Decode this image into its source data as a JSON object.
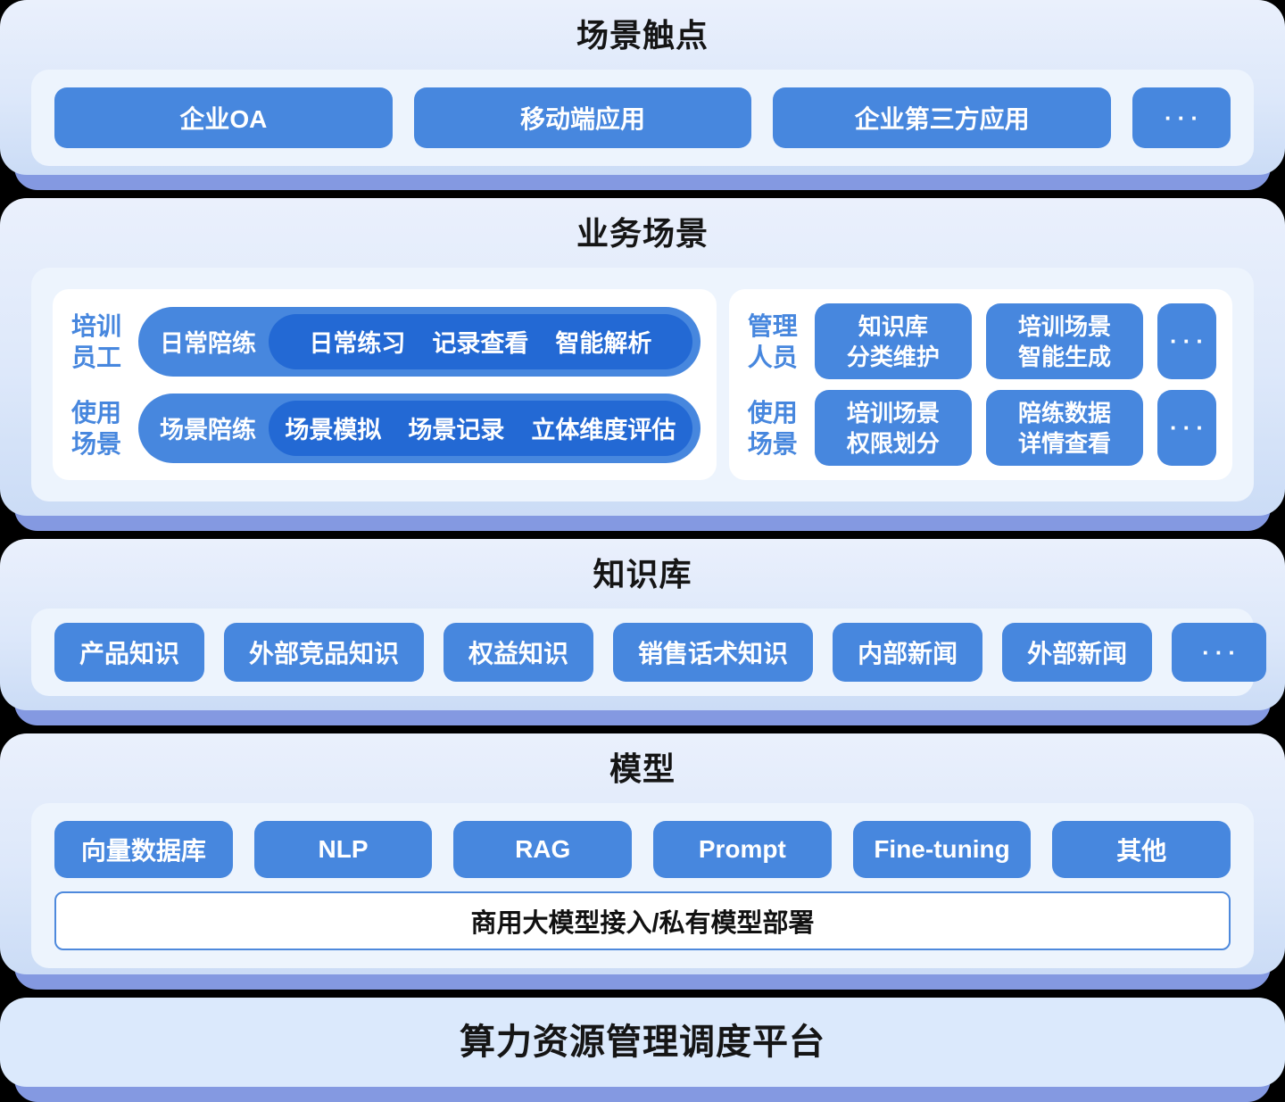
{
  "colors": {
    "button_blue": "#4787de",
    "deep_pill_blue": "#2369d4",
    "shadow_periwinkle": "#8499e1",
    "band_background": "#dde8fa",
    "inner_card": "#edf4fd",
    "title_text": "#151515"
  },
  "bands": {
    "touchpoints": {
      "title": "场景触点",
      "buttons": [
        "企业OA",
        "移动端应用",
        "企业第三方应用",
        "···"
      ]
    },
    "business": {
      "title": "业务场景",
      "left_card": {
        "rows": [
          {
            "label": [
              "培训",
              "员工"
            ],
            "pill_label": "日常陪练",
            "items": [
              "日常练习",
              "记录查看",
              "智能解析"
            ]
          },
          {
            "label": [
              "使用",
              "场景"
            ],
            "pill_label": "场景陪练",
            "items": [
              "场景模拟",
              "场景记录",
              "立体维度评估"
            ]
          }
        ]
      },
      "right_card": {
        "rows": [
          {
            "label": [
              "管理",
              "人员"
            ],
            "buttons": [
              [
                "知识库",
                "分类维护"
              ],
              [
                "培训场景",
                "智能生成"
              ]
            ],
            "more": "···"
          },
          {
            "label": [
              "使用",
              "场景"
            ],
            "buttons": [
              [
                "培训场景",
                "权限划分"
              ],
              [
                "陪练数据",
                "详情查看"
              ]
            ],
            "more": "···"
          }
        ]
      }
    },
    "knowledge": {
      "title": "知识库",
      "buttons": [
        "产品知识",
        "外部竞品知识",
        "权益知识",
        "销售话术知识",
        "内部新闻",
        "外部新闻",
        "···"
      ]
    },
    "model": {
      "title": "模型",
      "buttons": [
        "向量数据库",
        "NLP",
        "RAG",
        "Prompt",
        "Fine-tuning",
        "其他"
      ],
      "bar_label": "商用大模型接入/私有模型部署"
    },
    "platform": {
      "title": "算力资源管理调度平台"
    }
  }
}
